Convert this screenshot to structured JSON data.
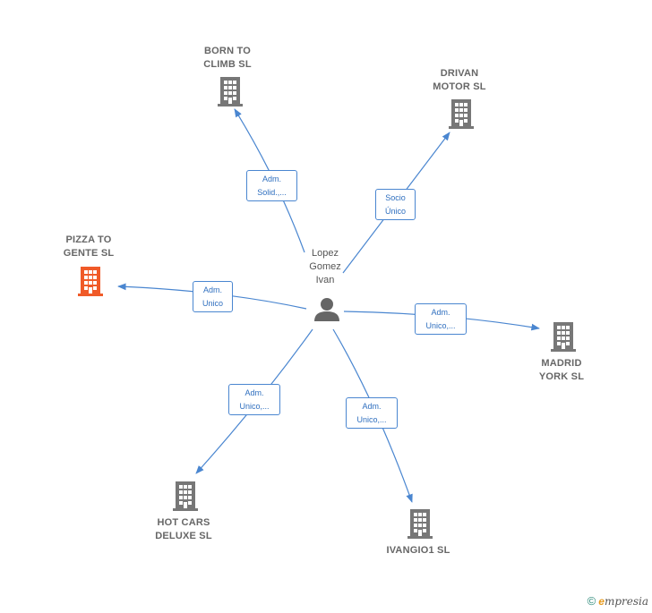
{
  "center": {
    "name": "Lopez\nGomez\nIvan",
    "icon": "person-icon"
  },
  "companies": [
    {
      "id": "born",
      "label": "BORN TO\nCLIMB  SL",
      "icon": "building-icon",
      "color": "#777777"
    },
    {
      "id": "drivan",
      "label": "DRIVAN\nMOTOR SL",
      "icon": "building-icon",
      "color": "#777777"
    },
    {
      "id": "pizza",
      "label": "PIZZA TO\nGENTE  SL",
      "icon": "building-icon",
      "color": "#f05a28"
    },
    {
      "id": "madrid",
      "label": "MADRID\nYORK  SL",
      "icon": "building-icon",
      "color": "#777777"
    },
    {
      "id": "hotcars",
      "label": "HOT CARS\nDELUXE  SL",
      "icon": "building-icon",
      "color": "#777777"
    },
    {
      "id": "ivangio",
      "label": "IVANGIO1  SL",
      "icon": "building-icon",
      "color": "#777777"
    }
  ],
  "relations": [
    {
      "to": "born",
      "label": "Adm.\nSolid.,..."
    },
    {
      "to": "drivan",
      "label": "Socio\nÚnico"
    },
    {
      "to": "pizza",
      "label": "Adm.\nUnico"
    },
    {
      "to": "madrid",
      "label": "Adm.\nUnico,..."
    },
    {
      "to": "hotcars",
      "label": "Adm.\nUnico,..."
    },
    {
      "to": "ivangio",
      "label": "Adm.\nUnico,..."
    }
  ],
  "colors": {
    "edge": "#4a86d0",
    "building": "#777777",
    "highlight": "#f05a28"
  },
  "footer": {
    "copyright": "©",
    "brand_e": "e",
    "brand_rest": "mpresia"
  }
}
